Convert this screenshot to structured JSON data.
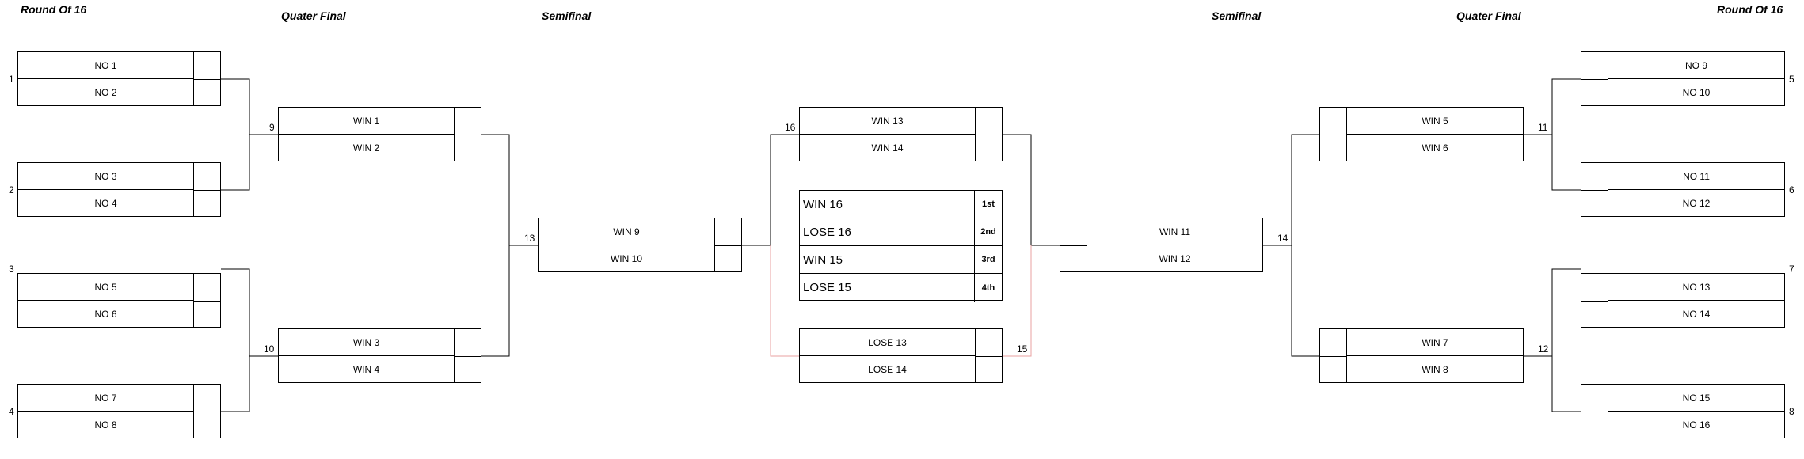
{
  "rounds": {
    "left_r16": "Round Of 16",
    "left_qf": "Quater Final",
    "left_sf": "Semifinal",
    "right_sf": "Semifinal",
    "right_qf": "Quater Final",
    "right_r16": "Round Of 16"
  },
  "matches": {
    "m1": {
      "number": "1",
      "top": "NO 1",
      "bottom": "NO 2"
    },
    "m2": {
      "number": "2",
      "top": "NO 3",
      "bottom": "NO 4"
    },
    "m3": {
      "number": "3",
      "top": "NO 5",
      "bottom": "NO 6"
    },
    "m4": {
      "number": "4",
      "top": "NO 7",
      "bottom": "NO 8"
    },
    "m5": {
      "number": "5",
      "top": "NO 9",
      "bottom": "NO 10"
    },
    "m6": {
      "number": "6",
      "top": "NO 11",
      "bottom": "NO 12"
    },
    "m7": {
      "number": "7",
      "top": "NO 13",
      "bottom": "NO 14"
    },
    "m8": {
      "number": "8",
      "top": "NO 15",
      "bottom": "NO 16"
    },
    "m9": {
      "number": "9",
      "top": "WIN 1",
      "bottom": "WIN 2"
    },
    "m10": {
      "number": "10",
      "top": "WIN 3",
      "bottom": "WIN 4"
    },
    "m11": {
      "number": "11",
      "top": "WIN 5",
      "bottom": "WIN 6"
    },
    "m12": {
      "number": "12",
      "top": "WIN 7",
      "bottom": "WIN 8"
    },
    "m13": {
      "number": "13",
      "top": "WIN 9",
      "bottom": "WIN 10"
    },
    "m14": {
      "number": "14",
      "top": "WIN 11",
      "bottom": "WIN 12"
    },
    "m15": {
      "number": "15",
      "top": "LOSE 13",
      "bottom": "LOSE 14"
    },
    "m16": {
      "number": "16",
      "top": "WIN 13",
      "bottom": "WIN 14"
    }
  },
  "standings": [
    {
      "label": "WIN 16",
      "rank": "1st"
    },
    {
      "label": "LOSE 16",
      "rank": "2nd"
    },
    {
      "label": "WIN 15",
      "rank": "3rd"
    },
    {
      "label": "LOSE 15",
      "rank": "4th"
    }
  ],
  "colors": {
    "line": "#000000",
    "third_place_line": "#e8a0a0"
  }
}
